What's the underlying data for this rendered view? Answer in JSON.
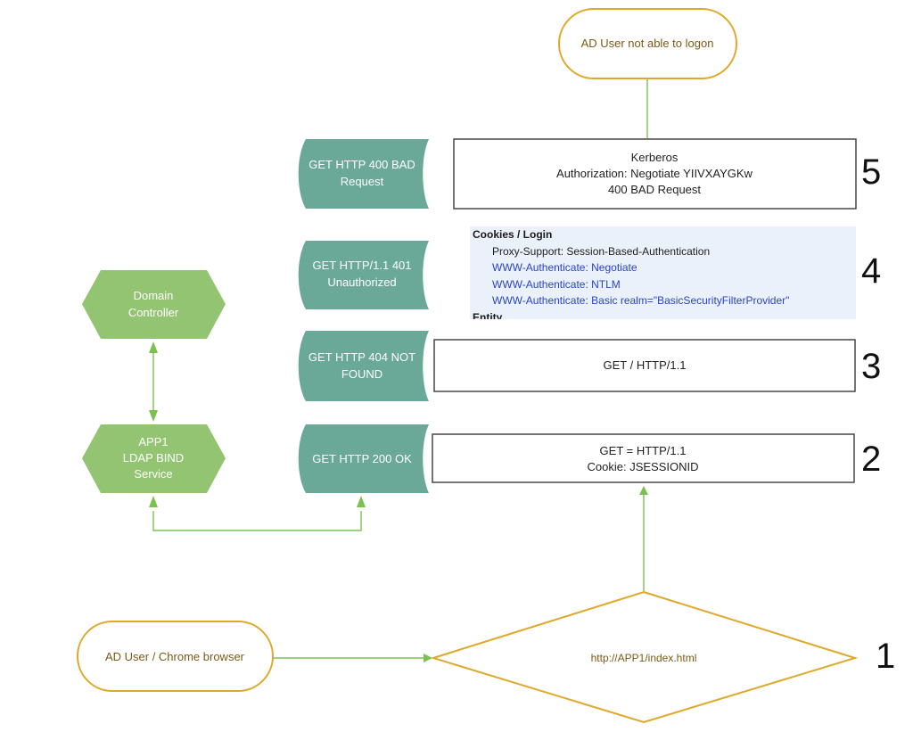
{
  "colors": {
    "terminal_stroke": "#e0a82a",
    "terminal_text": "#7a5a14",
    "hex_fill": "#93c472",
    "tape_fill": "#6aa897",
    "arrow": "#7ac24e",
    "box_stroke": "#3a3a3a",
    "cookies_bg": "#eaf1fb",
    "link_text": "#2a44c8"
  },
  "nodes": {
    "start": "AD User not able to logon",
    "client": "AD User / Chrome browser",
    "request_url": "http://APP1/index.html",
    "domain_controller": [
      "Domain",
      "Controller"
    ],
    "app1": [
      "APP1",
      "LDAP BIND",
      "Service"
    ]
  },
  "responses": [
    {
      "id": "r200",
      "lines": [
        "GET  HTTP 200 OK"
      ]
    },
    {
      "id": "r404",
      "lines": [
        "GET  HTTP 404 NOT",
        "FOUND"
      ]
    },
    {
      "id": "r401",
      "lines": [
        "GET HTTP/1.1 401",
        "Unauthorized"
      ]
    },
    {
      "id": "r400",
      "lines": [
        "GET  HTTP 400 BAD",
        "Request"
      ]
    }
  ],
  "boxes": {
    "step2": [
      "GET =  HTTP/1.1",
      "Cookie: JSESSIONID"
    ],
    "step3": [
      "GET  / HTTP/1.1"
    ],
    "step5": [
      "Kerberos",
      "Authorization: Negotiate YIIVXAYGKw",
      "400 BAD Request"
    ]
  },
  "cookies": {
    "heading": "Cookies / Login",
    "line1": "Proxy-Support: Session-Based-Authentication",
    "line2": "WWW-Authenticate: Negotiate",
    "line3": "WWW-Authenticate: NTLM",
    "line4": "WWW-Authenticate: Basic realm=\"BasicSecurityFilterProvider\"",
    "footer": "Entity"
  },
  "step_numbers": [
    "1",
    "2",
    "3",
    "4",
    "5"
  ]
}
